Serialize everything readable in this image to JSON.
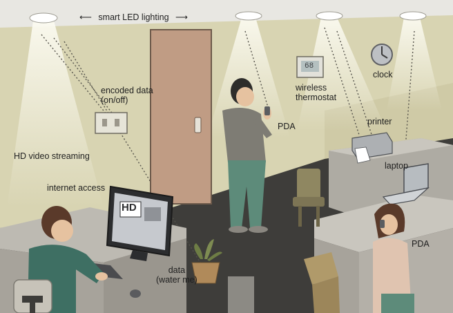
{
  "banner": {
    "label": "smart LED lighting",
    "arrow_left": "⟵",
    "arrow_right": "⟶"
  },
  "labels": {
    "encoded_data": [
      "encoded data",
      "(on/off)"
    ],
    "hd_video_streaming": "HD video streaming",
    "internet_access": "internet access",
    "wireless_thermostat": [
      "wireless",
      "thermostat"
    ],
    "thermostat_display": "68",
    "clock": "clock",
    "printer": "printer",
    "laptop": "laptop",
    "pda_standing": "PDA",
    "pda_seated": "PDA",
    "data_water_me": [
      "data",
      "(water me)"
    ],
    "monitor_logo": "HD"
  },
  "colors": {
    "wall": "#d8d4b2",
    "floor": "#3e3d3a",
    "ceiling": "#e8e7e2",
    "light_beam": "#f2f1df",
    "desk": "#bdbab2",
    "desk_front": "#a7a39b",
    "door": "#c09c84",
    "shirt_green": "#3e6f63",
    "shirt_gray": "#7e7c74",
    "pants_teal": "#5d8b7a"
  }
}
